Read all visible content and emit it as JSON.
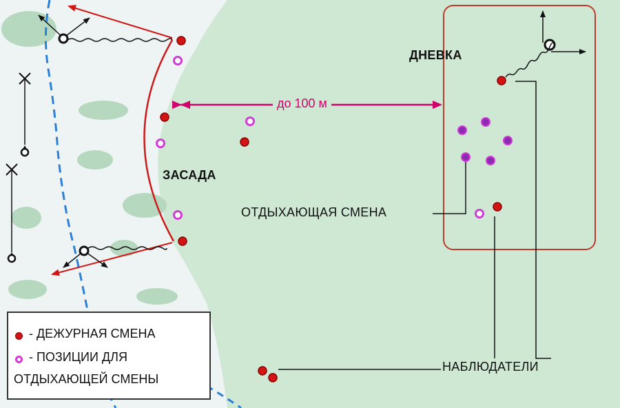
{
  "labels": {
    "dnevka": "ДНЕВКА",
    "zasada": "ЗАСАДА",
    "distance": "до 100 м",
    "resting_shift": "ОТДЫХАЮЩАЯ СМЕНА",
    "observers": "НАБЛЮДАТЕЛИ"
  },
  "legend": {
    "duty_shift": "- ДЕЖУРНАЯ СМЕНА",
    "positions_line1": "- ПОЗИЦИИ  ДЛЯ",
    "positions_line2": "ОТДЫХАЮЩЕЙ СМЕНЫ"
  },
  "colors": {
    "field": "#cfe8d4",
    "road": "#eef3f3",
    "bush": "#b6d8bf",
    "duty_marker": "#d21414",
    "rest_position_marker": "#d23bd6",
    "resting_marker": "#8b2bb0",
    "arrow_magenta": "#d1006c",
    "arc_red": "#cc1a1a",
    "boundary_red": "#c0392b",
    "water_blue": "#2a7fd6"
  },
  "icons": {
    "duty_marker": "red-dot-icon",
    "rest_position": "pink-ring-icon",
    "resting_soldier": "purple-dot-icon",
    "mine": "mine-icon",
    "trip_x": "x-mark-icon"
  }
}
